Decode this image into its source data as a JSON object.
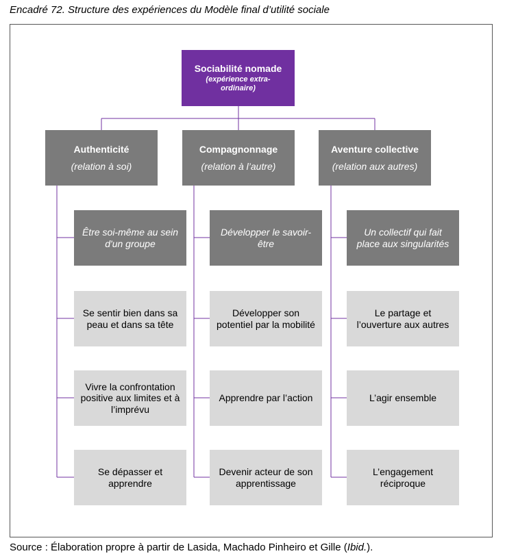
{
  "caption": "Encadré 72. Structure des expériences du Modèle final d’utilité sociale",
  "root": {
    "title": "Sociabilité nomade",
    "subtitle": "(expérience extra-ordinaire)"
  },
  "columns": [
    {
      "title": "Authenticité",
      "subtitle": "(relation à soi)",
      "items": [
        "Être soi-même au sein d'un groupe",
        "Se sentir bien dans sa peau et dans sa tête",
        "Vivre la confrontation positive aux limites et à l’imprévu",
        "Se dépasser et apprendre"
      ]
    },
    {
      "title": "Compagnonnage",
      "subtitle": "(relation à l’autre)",
      "items": [
        "Développer le savoir-être",
        "Développer son potentiel par la mobilité",
        "Apprendre par l’action",
        "Devenir acteur de son apprentissage"
      ]
    },
    {
      "title": "Aventure collective",
      "subtitle": "(relation aux autres)",
      "items": [
        "Un collectif qui fait place aux singularités",
        "Le partage et l’ouverture aux autres",
        "L’agir ensemble",
        "L’engagement réciproque"
      ]
    }
  ],
  "source": {
    "prefix": "Source : Élaboration propre à partir de Lasida, Machado Pinheiro et Gille (",
    "ibid": "Ibid.",
    "suffix": ")."
  },
  "colors": {
    "root": "#7030a0",
    "category": "#7b7b7b",
    "light_item": "#d9d9d9",
    "connector": "#7030a0"
  }
}
